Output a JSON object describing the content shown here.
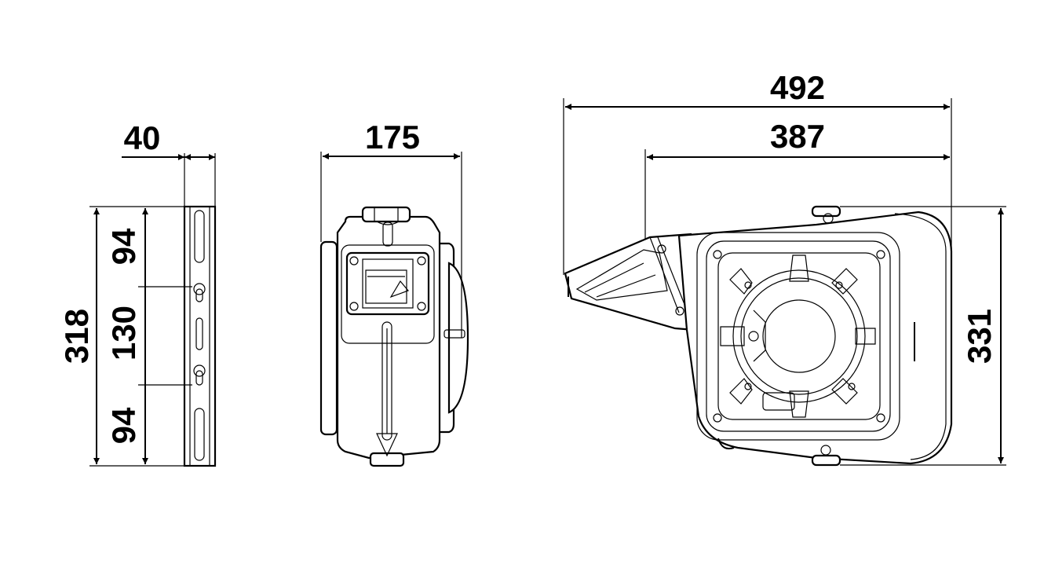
{
  "dimensions": {
    "bracket_width": "40",
    "height_total": "318",
    "upper_spacing": "94",
    "middle_spacing": "130",
    "lower_spacing": "94",
    "front_width": "175",
    "overall_length": "492",
    "body_length": "387",
    "side_height": "331"
  }
}
